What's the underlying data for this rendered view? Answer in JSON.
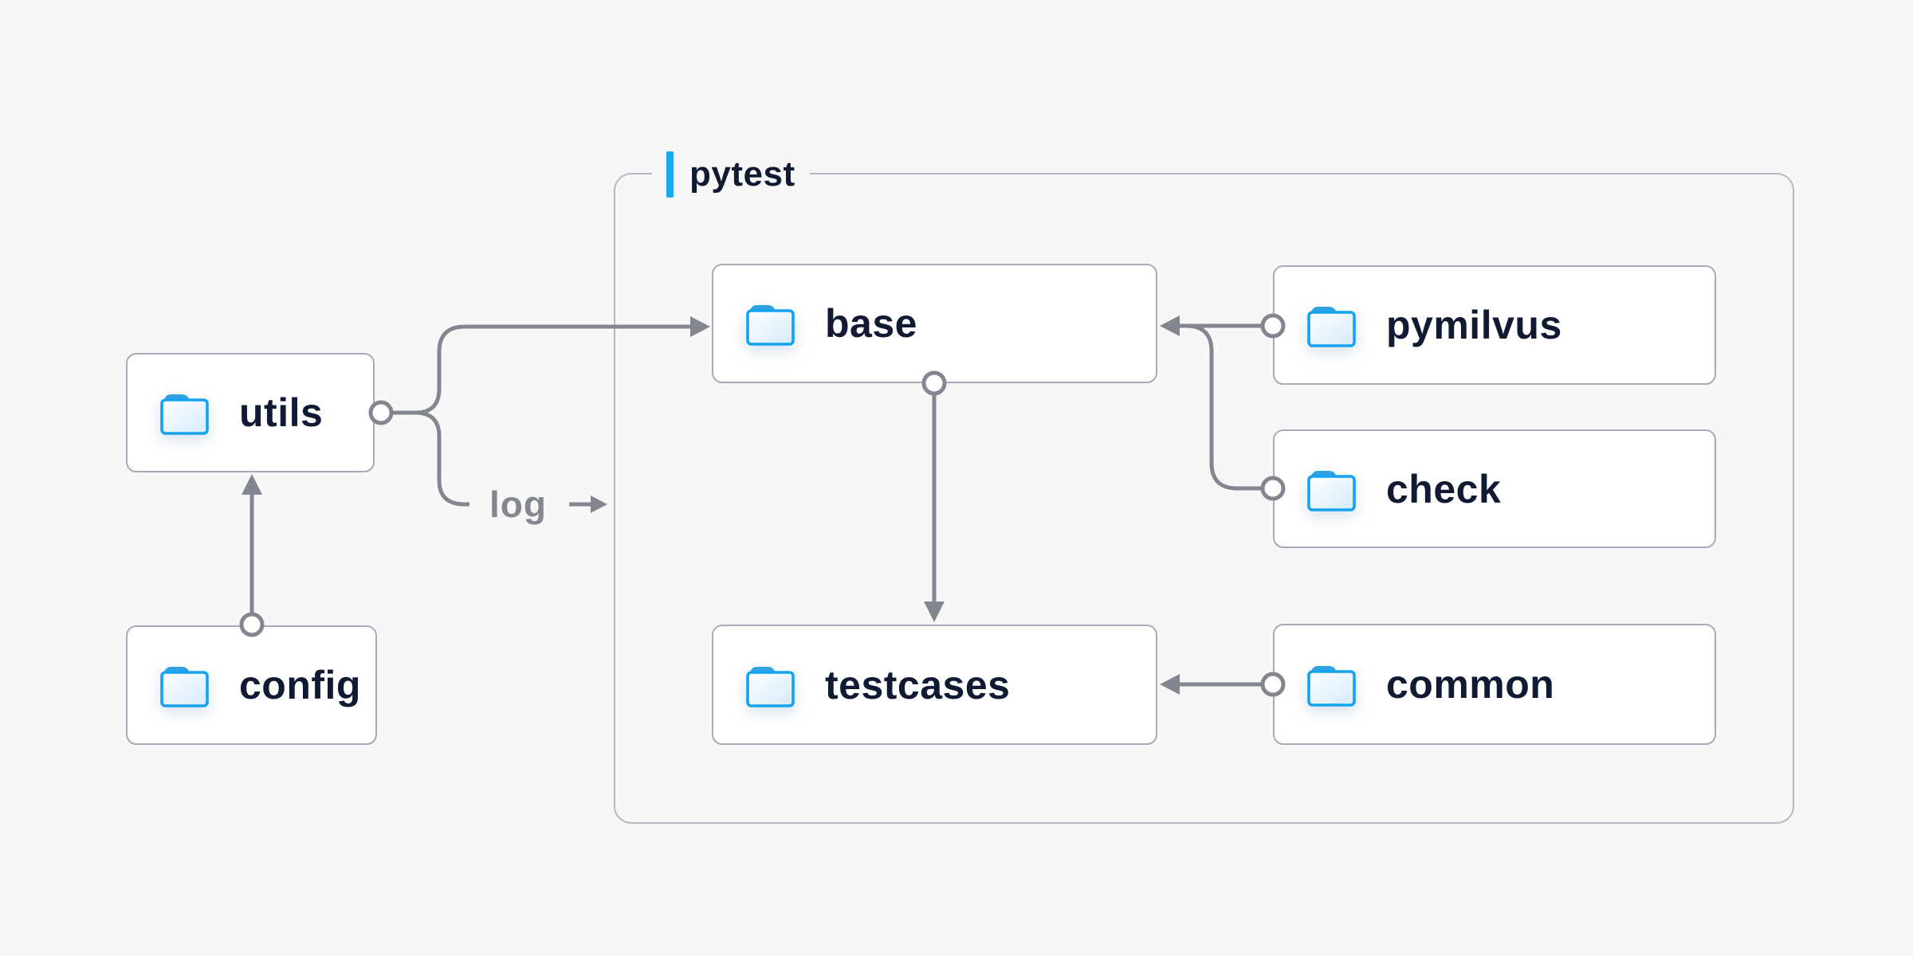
{
  "container": {
    "label": "pytest",
    "accent_color": "#18a9f1"
  },
  "nodes": {
    "utils": {
      "label": "utils",
      "icon": "folder-icon"
    },
    "config": {
      "label": "config",
      "icon": "folder-icon"
    },
    "base": {
      "label": "base",
      "icon": "folder-icon"
    },
    "pymilvus": {
      "label": "pymilvus",
      "icon": "folder-icon"
    },
    "check": {
      "label": "check",
      "icon": "folder-icon"
    },
    "testcases": {
      "label": "testcases",
      "icon": "folder-icon"
    },
    "common": {
      "label": "common",
      "icon": "folder-icon"
    }
  },
  "edges": [
    {
      "from": "config",
      "to": "utils",
      "style": "arrow"
    },
    {
      "from": "utils",
      "to": "base",
      "style": "arrow"
    },
    {
      "from": "utils",
      "to": "pytest",
      "style": "arrow",
      "label": "log"
    },
    {
      "from": "pymilvus",
      "to": "base",
      "style": "arrow"
    },
    {
      "from": "check",
      "to": "base",
      "style": "arrow"
    },
    {
      "from": "base",
      "to": "testcases",
      "style": "arrow"
    },
    {
      "from": "common",
      "to": "testcases",
      "style": "arrow"
    }
  ],
  "colors": {
    "background": "#f7f7f8",
    "node_fill": "#ffffff",
    "node_border": "#a7abb7",
    "container_border": "#b5b8c3",
    "connector": "#83868f",
    "text": "#101a33",
    "edge_label_text": "#84878f",
    "accent_blue": "#18a9f1",
    "folder_blue": "#14a3ef"
  }
}
